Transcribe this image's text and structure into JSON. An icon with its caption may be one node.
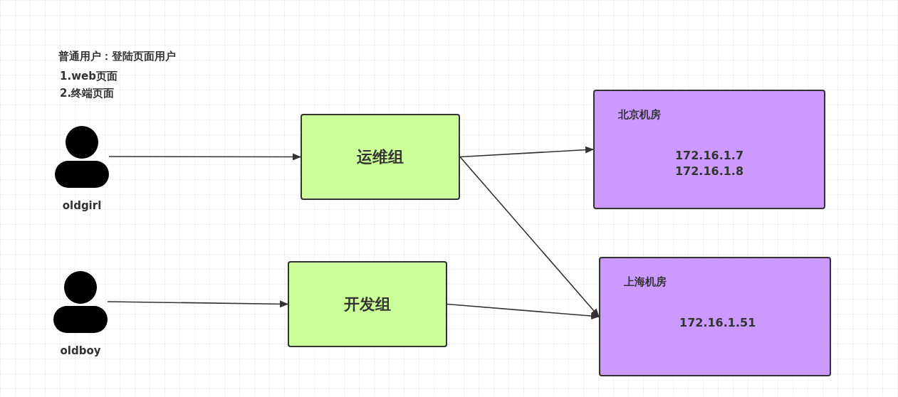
{
  "diagram": {
    "nodes": [
      {
        "text": [],
        "shape": "person",
        "beside": [
          "oldgirl"
        ]
      },
      {
        "text": [],
        "shape": "person",
        "beside": [
          "oldboy"
        ]
      },
      {
        "text": [
          "运维组"
        ]
      },
      {
        "text": [
          "开发组"
        ]
      },
      {
        "text": [
          "北京机房",
          "172.16.1.7 172.16.1.8"
        ]
      },
      {
        "text": [
          "上海机房",
          "172.16.1.51"
        ]
      }
    ],
    "edges": [
      {
        "from": 0,
        "to": 2,
        "arrow": "to"
      },
      {
        "from": 1,
        "to": 3,
        "arrow": "to"
      },
      {
        "from": 2,
        "to": 4,
        "arrow": "to"
      },
      {
        "from": 2,
        "to": 5,
        "arrow": "to"
      },
      {
        "from": 3,
        "to": 5,
        "arrow": "to"
      }
    ],
    "labels": [
      "普通用户：登陆页面用户",
      "1.web页面",
      "2.终端页面"
    ]
  }
}
